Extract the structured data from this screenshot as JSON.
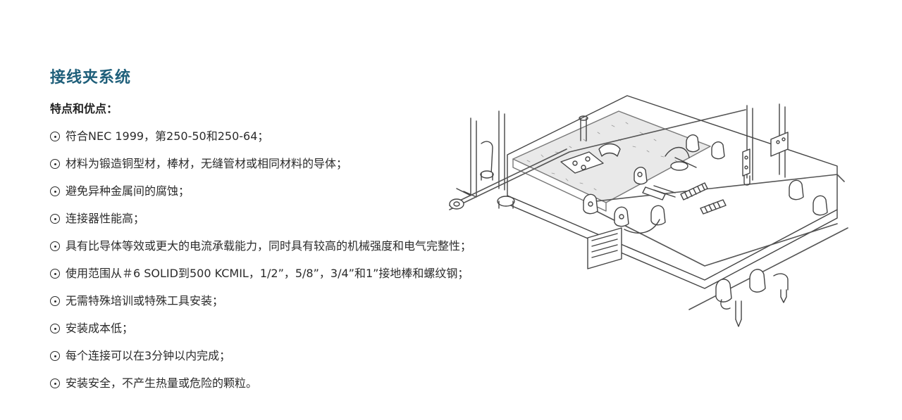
{
  "title": "接线夹系统",
  "features_heading": "特点和优点：",
  "features": [
    "符合NEC 1999，第250-50和250-64；",
    "材料为锻造铜型材，棒材，无缝管材或相同材料的导体；",
    "避免异种金属间的腐蚀；",
    "连接器性能高；",
    "具有比导体等效或更大的电流承载能力，同时具有较高的机械强度和电气完整性；",
    "使用范围从＃6 SOLID到500 KCMIL，1/2”，5/8”，3/4”和1”接地棒和螺纹钢；",
    "无需特殊培训或特殊工具安装；",
    "安装成本低；",
    "每个连接可以在3分钟以内完成；",
    "安装安全，不产生热量或危险的颗粒。"
  ],
  "colors": {
    "title": "#1f5f7a",
    "text": "#2b2b2b",
    "line_art": "#444444"
  },
  "icons": {
    "bullet": "circled-dot-icon"
  }
}
